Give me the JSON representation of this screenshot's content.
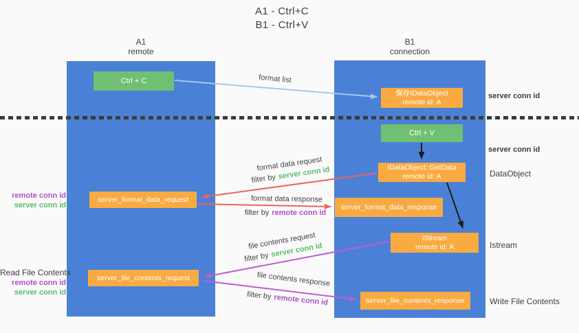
{
  "title": {
    "line1": "A1 - Ctrl+C",
    "line2": "B1 - Ctrl+V"
  },
  "columns": {
    "a1": {
      "name": "A1",
      "role": "remote"
    },
    "b1": {
      "name": "B1",
      "role": "connection"
    }
  },
  "nodes": {
    "ctrl_c": "Ctrl + C",
    "save_idataobject": {
      "line1": "保存IDataObject",
      "line2": "remote id: A"
    },
    "ctrl_v": "Ctrl + V",
    "getdata": {
      "line1": "IDataObject::GetData",
      "line2": "remote id: A"
    },
    "format_request": "server_format_data_request",
    "format_response": "server_format_data_response",
    "istream": {
      "line1": "IStream",
      "line2": "remote id: A"
    },
    "file_request": "server_file_contents_request",
    "file_response": "server_file_contents_response"
  },
  "edge_labels": {
    "format_list": "format list",
    "format_data_request": "format data request",
    "format_data_response": "format data response",
    "file_contents_request": "file contents request",
    "file_contents_response": "file contents response",
    "filter_by": "filter by",
    "server_conn_id": "server conn id",
    "remote_conn_id": "remote conn id"
  },
  "annotations": {
    "server_conn_id": "server conn id",
    "remote_conn_id": "remote conn id",
    "dataobject": "DataObject",
    "istream": "Istream",
    "read_file_contents": "Read File Contents",
    "write_file_contents": "Write File Contents"
  },
  "colors": {
    "column_blue": "#4a81d6",
    "box_green": "#71bf72",
    "box_orange": "#f9aa41",
    "green_text": "#57bd68",
    "purple_text": "#ae4fc6",
    "blue_arrow": "#a3c9ec",
    "red_arrow": "#e9655e",
    "magenta_arrow": "#bd5ecb",
    "black_arrow": "#1c1c1c"
  }
}
